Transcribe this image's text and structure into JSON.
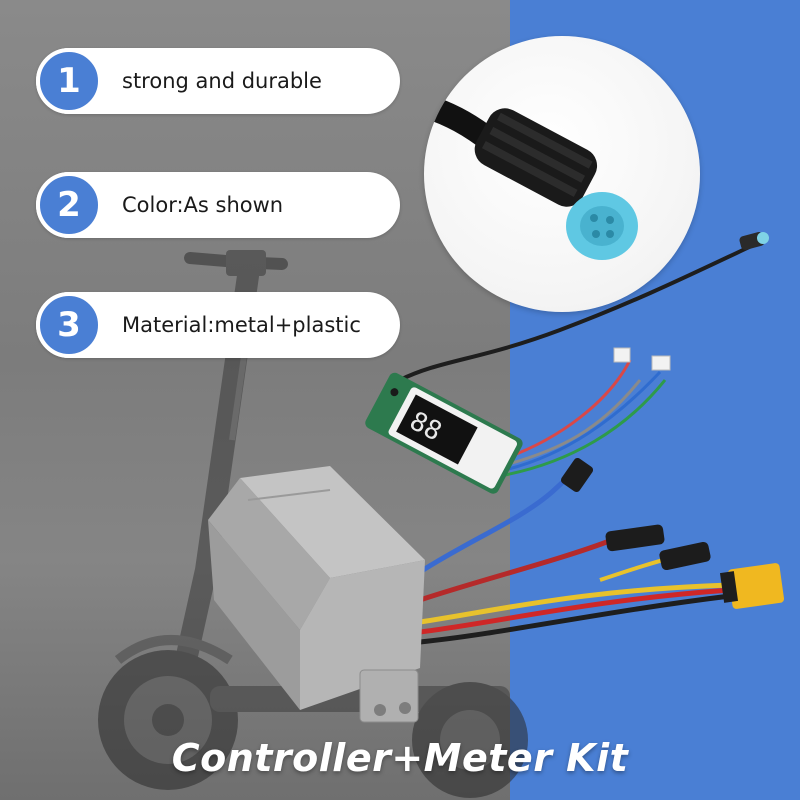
{
  "features": [
    {
      "number": "1",
      "text": "strong and durable"
    },
    {
      "number": "2",
      "text": "Color:As shown"
    },
    {
      "number": "3",
      "text": "Material:metal+plastic"
    }
  ],
  "caption": "Controller+Meter Kit",
  "colors": {
    "accent_blue": "#4a7fd4",
    "left_background": "#808080",
    "pill_background": "#ffffff",
    "connector_cyan": "#5fc8e3"
  },
  "picture": {
    "subjects": [
      "electric scooter (background)",
      "controller box",
      "meter display board",
      "cable connector close-up"
    ]
  }
}
